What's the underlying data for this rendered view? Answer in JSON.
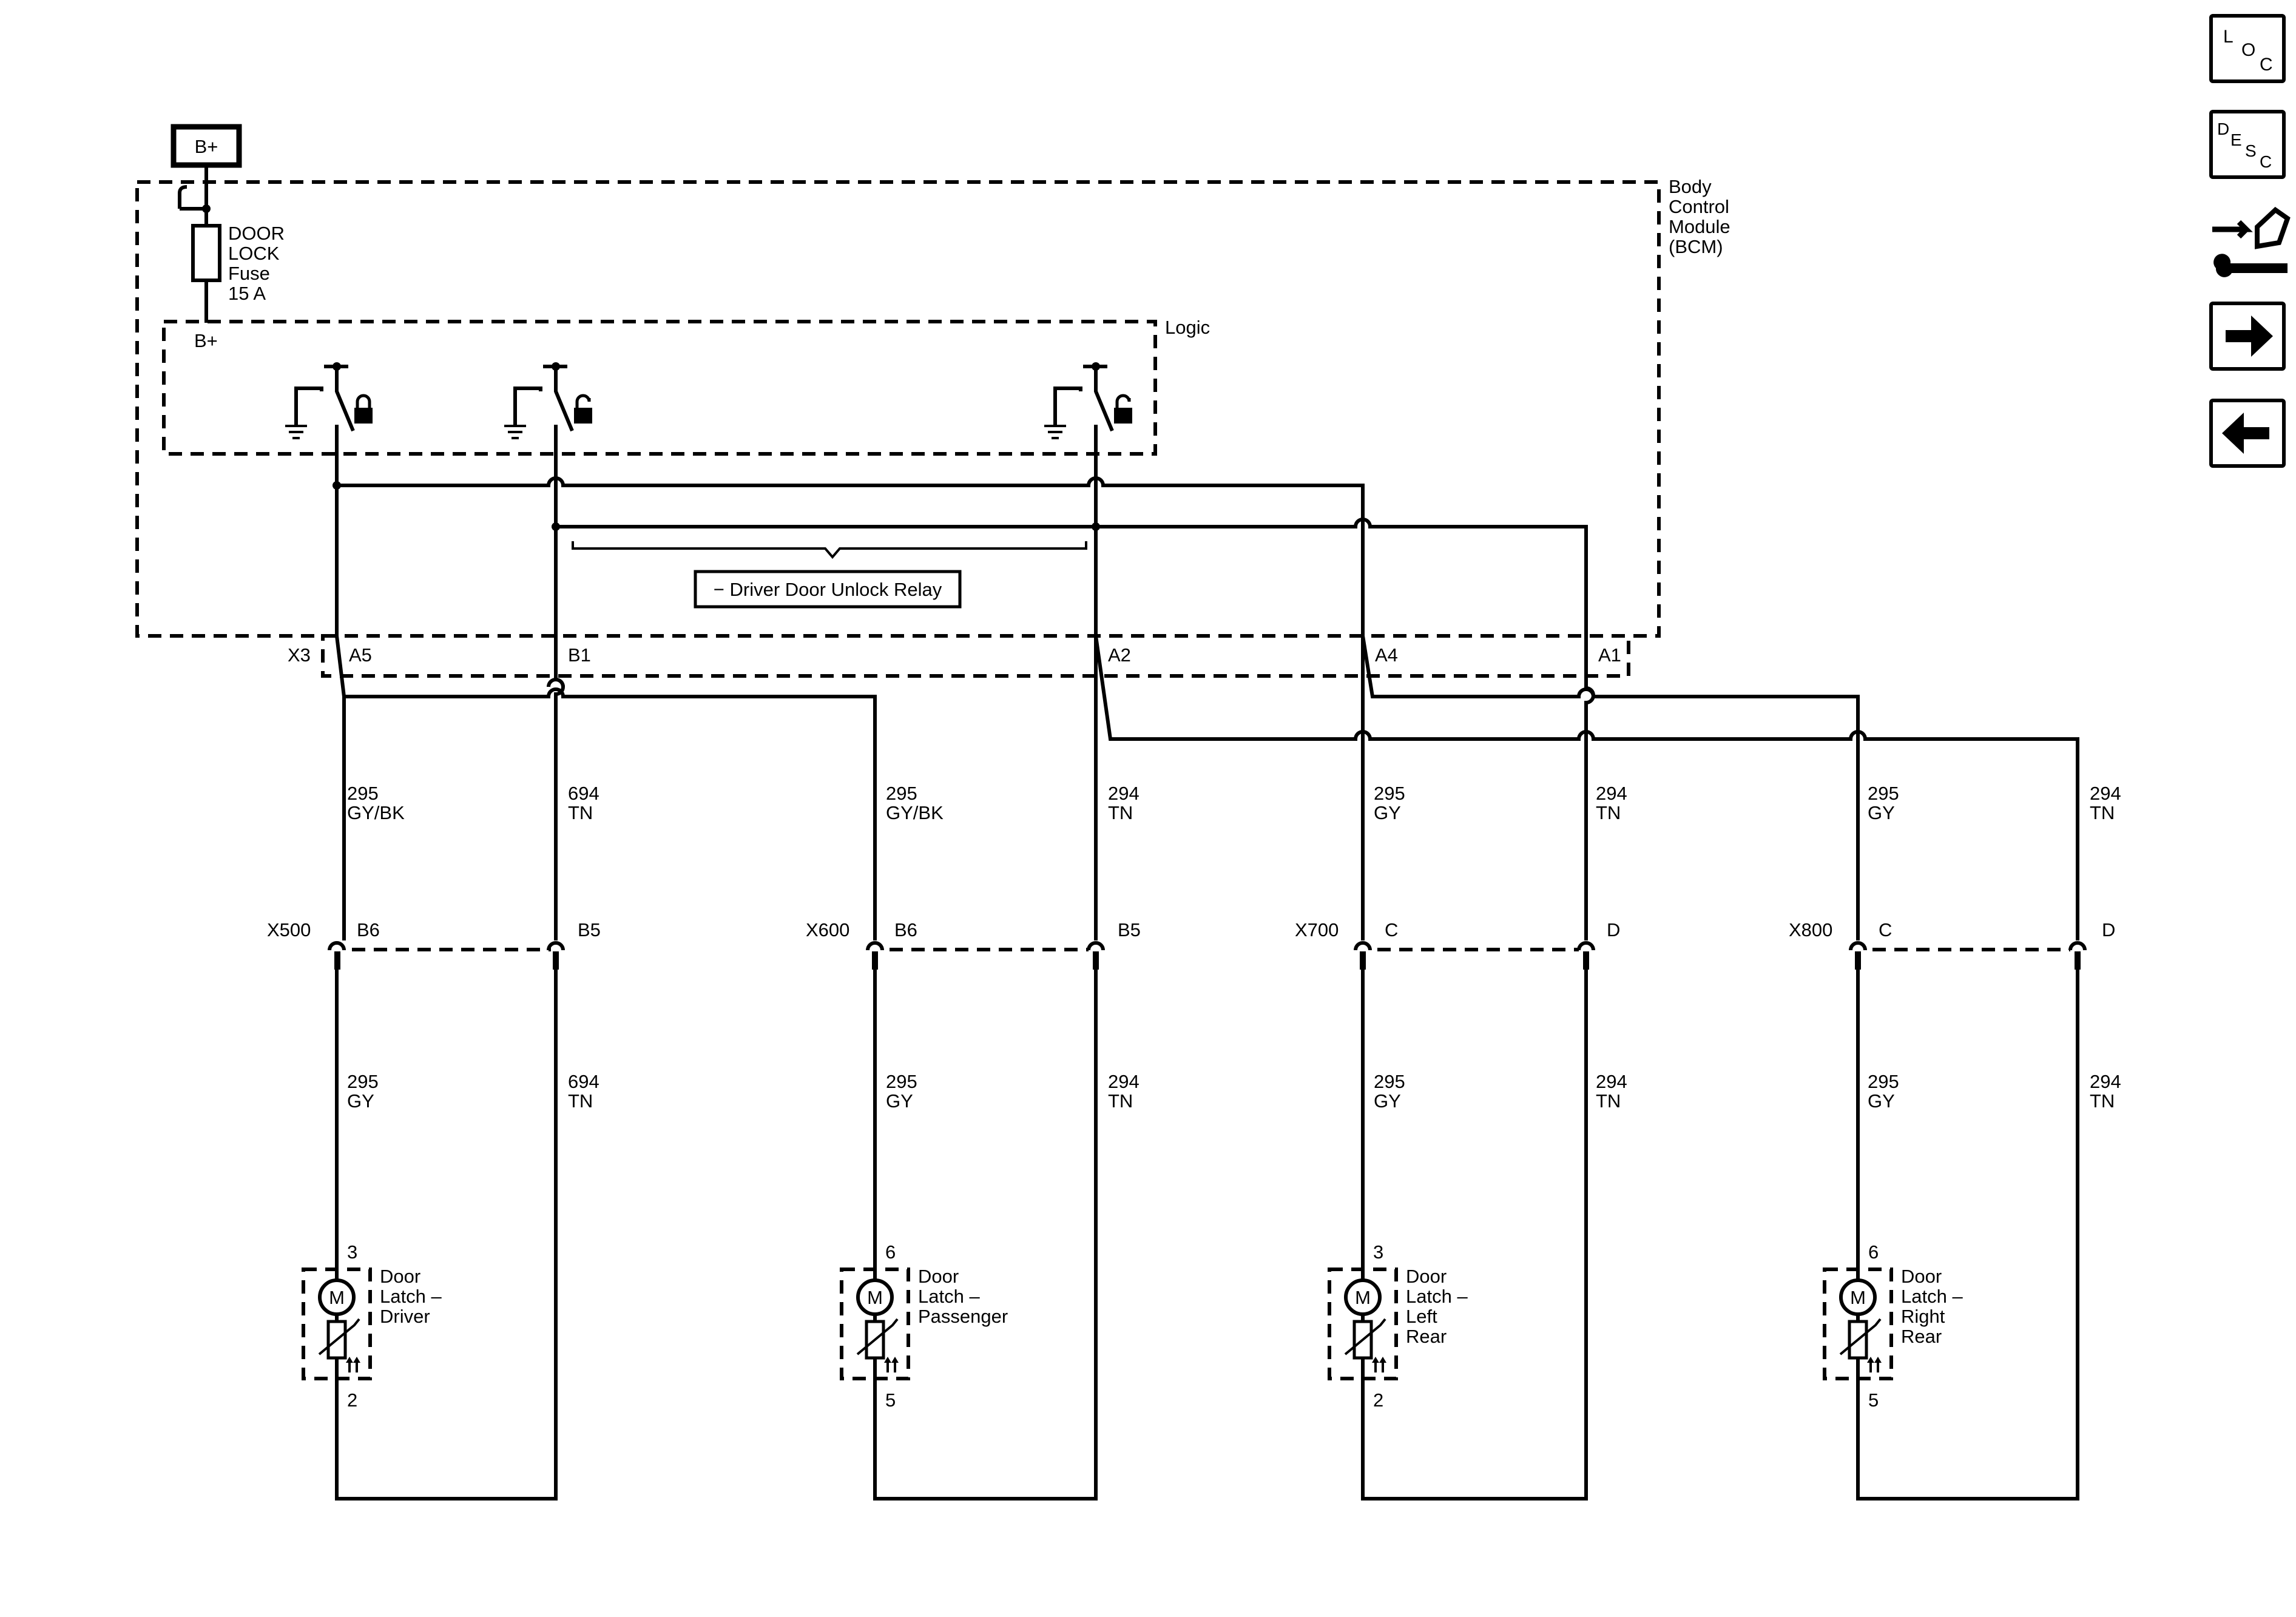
{
  "supply": {
    "label": "B+"
  },
  "module": {
    "name_lines": [
      "Body",
      "Control",
      "Module",
      "(BCM)"
    ],
    "logic_label": "Logic",
    "logic_supply_label": "B+",
    "fuse_lines": [
      "DOOR",
      "LOCK",
      "Fuse",
      "15 A"
    ],
    "relay_label": "− Driver Door Unlock Relay"
  },
  "connector_x3": {
    "name": "X3",
    "pins": [
      "A5",
      "B1",
      "A2",
      "A4",
      "A1"
    ]
  },
  "upper_wires": [
    {
      "circuit": "295",
      "color": "GY/BK"
    },
    {
      "circuit": "694",
      "color": "TN"
    },
    {
      "circuit": "295",
      "color": "GY/BK"
    },
    {
      "circuit": "294",
      "color": "TN"
    },
    {
      "circuit": "295",
      "color": "GY"
    },
    {
      "circuit": "294",
      "color": "TN"
    },
    {
      "circuit": "295",
      "color": "GY"
    },
    {
      "circuit": "294",
      "color": "TN"
    }
  ],
  "inline_connectors": [
    {
      "name": "X500",
      "pin_left": "B6",
      "pin_right": "B5"
    },
    {
      "name": "X600",
      "pin_left": "B6",
      "pin_right": "B5"
    },
    {
      "name": "X700",
      "pin_left": "C",
      "pin_right": "D"
    },
    {
      "name": "X800",
      "pin_left": "C",
      "pin_right": "D"
    }
  ],
  "lower_wires": [
    {
      "circuit": "295",
      "color": "GY"
    },
    {
      "circuit": "694",
      "color": "TN"
    },
    {
      "circuit": "295",
      "color": "GY"
    },
    {
      "circuit": "294",
      "color": "TN"
    },
    {
      "circuit": "295",
      "color": "GY"
    },
    {
      "circuit": "294",
      "color": "TN"
    },
    {
      "circuit": "295",
      "color": "GY"
    },
    {
      "circuit": "294",
      "color": "TN"
    }
  ],
  "latches": [
    {
      "pin_top": "3",
      "pin_bottom": "2",
      "motor": "M",
      "name_lines": [
        "Door",
        "Latch –",
        "Driver"
      ]
    },
    {
      "pin_top": "6",
      "pin_bottom": "5",
      "motor": "M",
      "name_lines": [
        "Door",
        "Latch –",
        "Passenger"
      ]
    },
    {
      "pin_top": "3",
      "pin_bottom": "2",
      "motor": "M",
      "name_lines": [
        "Door",
        "Latch –",
        "Left",
        "Rear"
      ]
    },
    {
      "pin_top": "6",
      "pin_bottom": "5",
      "motor": "M",
      "name_lines": [
        "Door",
        "Latch –",
        "Right",
        "Rear"
      ]
    }
  ],
  "nav": {
    "loc": [
      "L",
      "O",
      "C"
    ],
    "desc": [
      "D",
      "E",
      "S",
      "C"
    ],
    "icons": [
      "connector-repair-icon",
      "arrow-right-icon",
      "arrow-left-icon"
    ]
  }
}
